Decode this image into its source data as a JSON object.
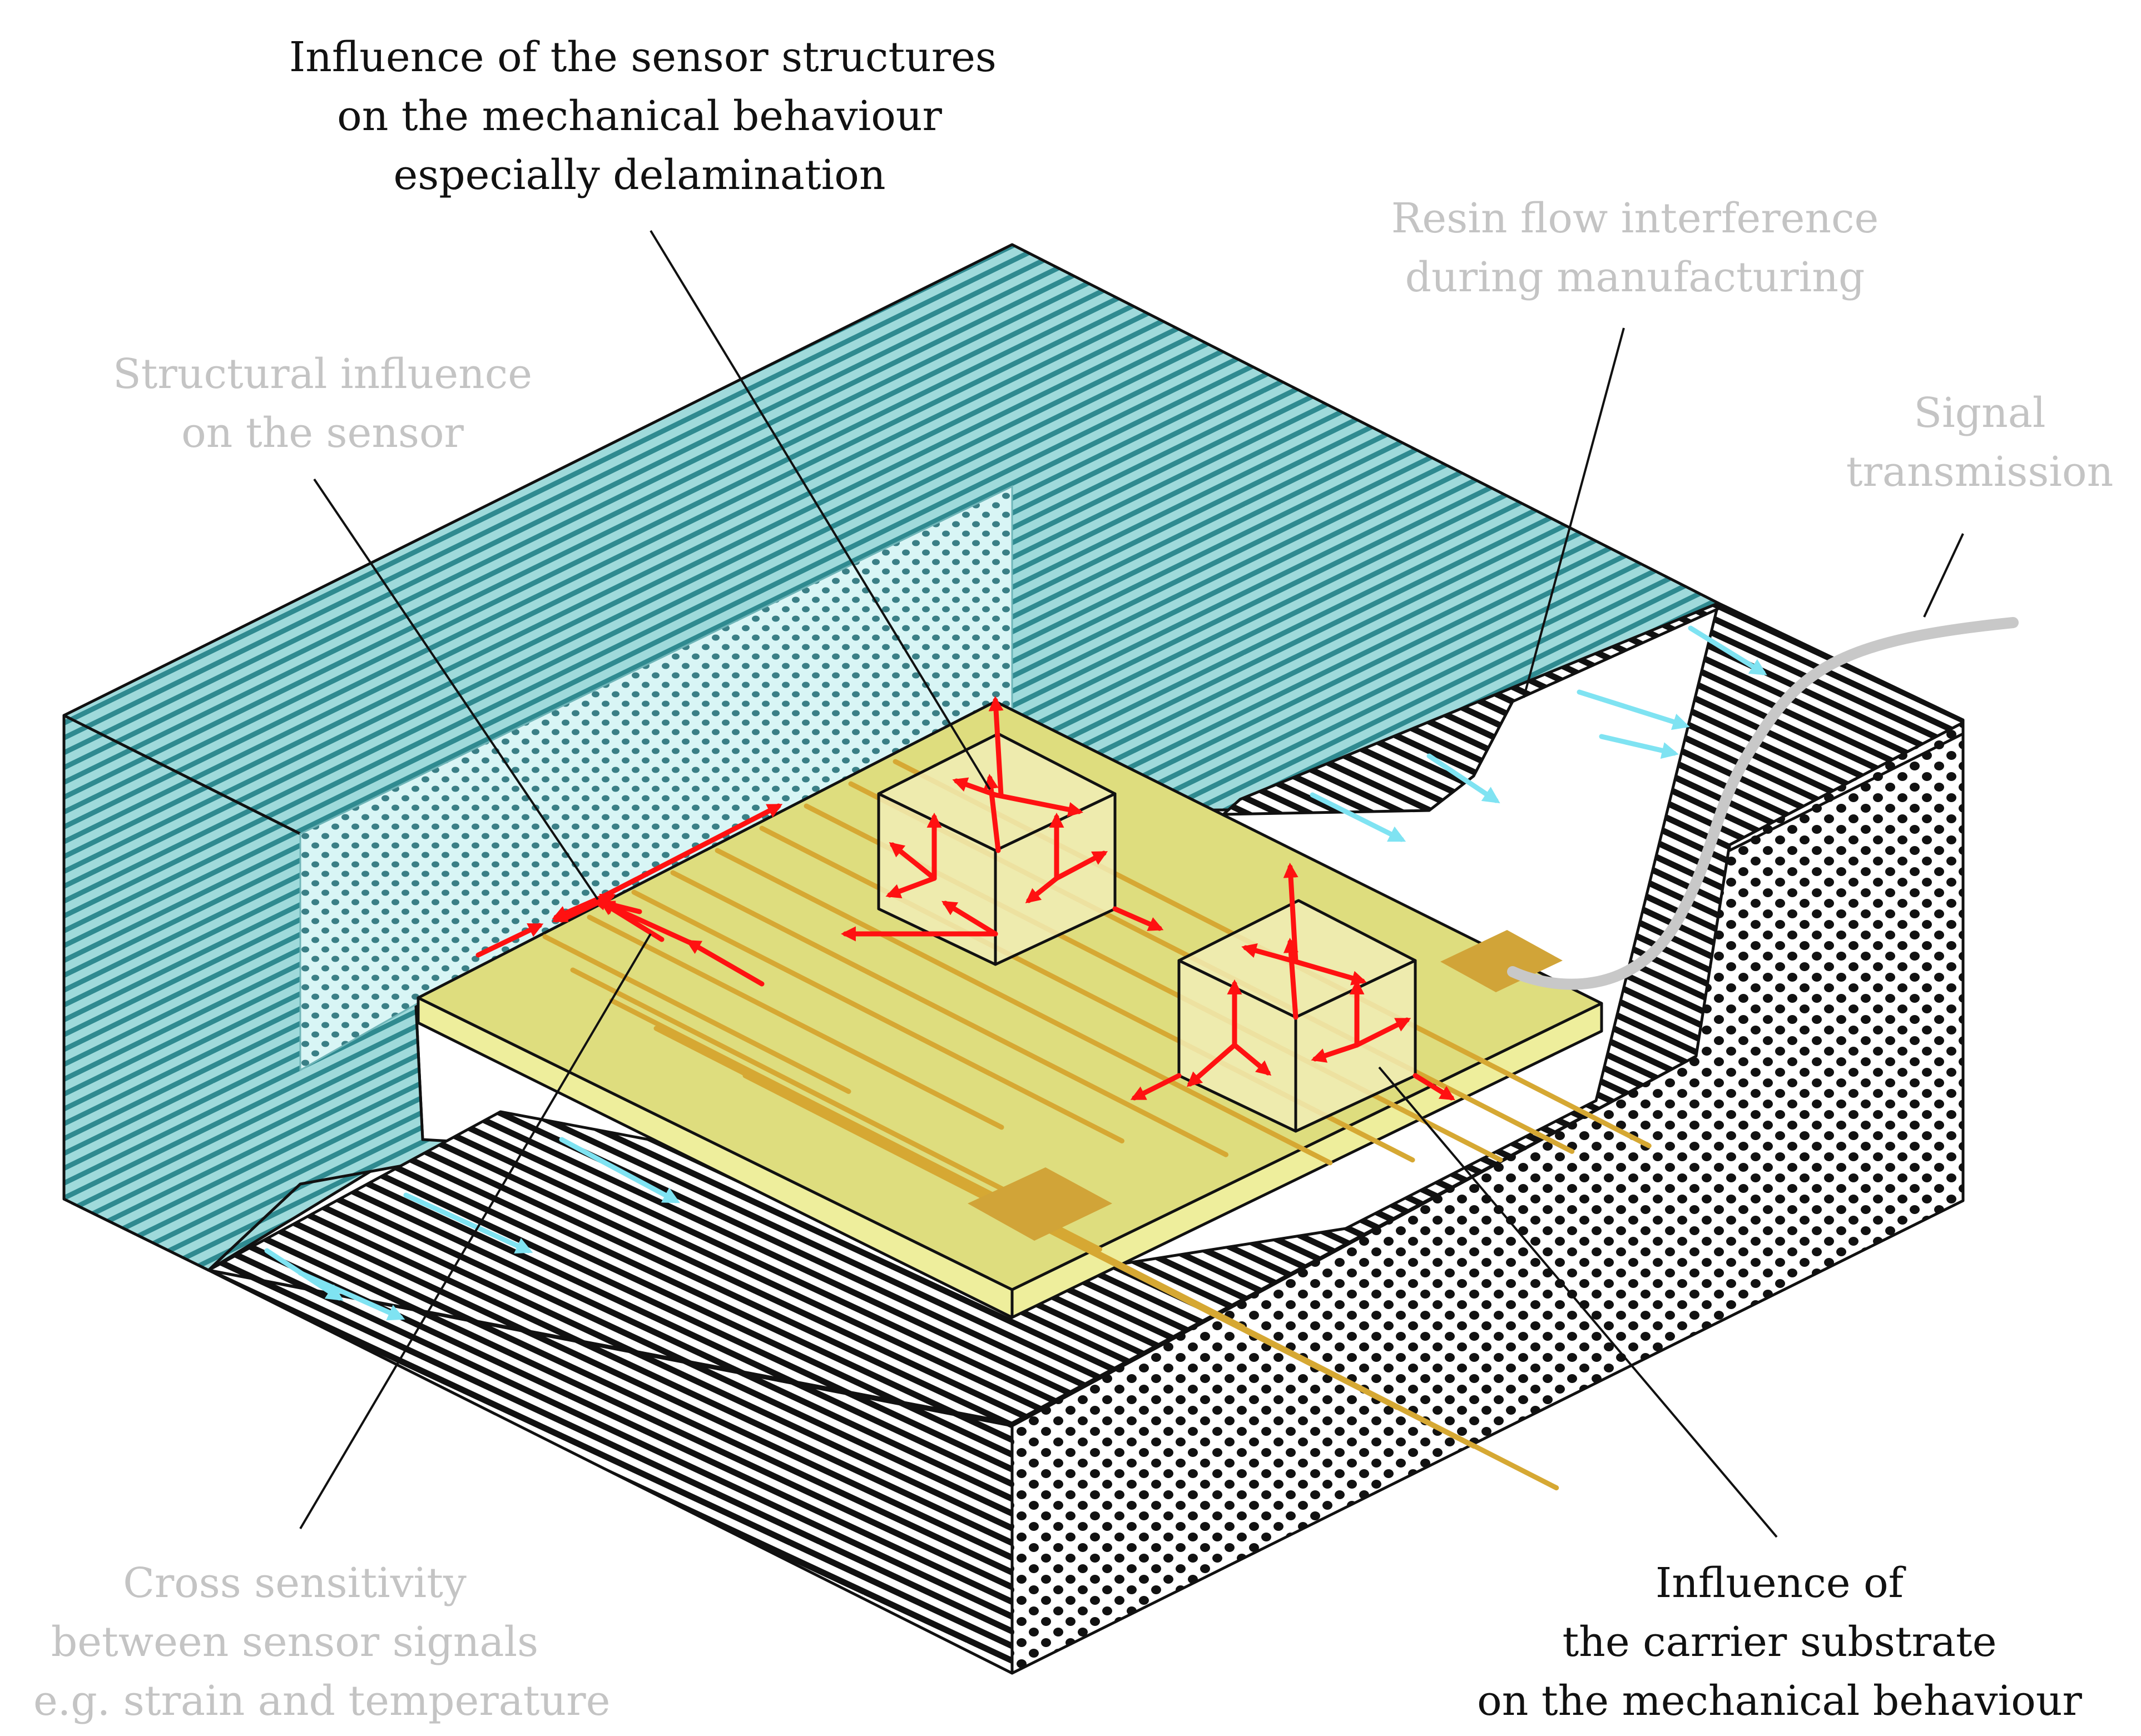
{
  "colors": {
    "teal": "#9fdadb",
    "teal_stripe": "#2f8a90",
    "dot_teal": "#3a7f86",
    "dot_bg": "#d8f5f5",
    "board": "#dedd7e",
    "board_edge": "#eeee9c",
    "trace": "#d6a833",
    "pad": "#d1a438",
    "cube": "#f2eeb8",
    "red_arrow": "#ff1111",
    "flow_arrow": "#7fe3f2",
    "cable": "#c8c8c8",
    "line_dark": "#111111",
    "text_dark": "#111111",
    "text_grey": "#c4c4c4"
  },
  "labels": {
    "delamination": [
      "Influence of the sensor structures",
      "on the mechanical behaviour",
      "especially delamination"
    ],
    "resin": [
      "Resin flow interference",
      "during manufacturing"
    ],
    "structural": [
      "Structural influence",
      "on the sensor"
    ],
    "signal": [
      "Signal",
      "transmission"
    ],
    "cross": [
      "Cross sensitivity",
      "between sensor signals",
      "e.g. strain and temperature"
    ],
    "carrier": [
      "Influence of",
      "the carrier substrate",
      "on the mechanical behaviour"
    ]
  },
  "icons": {
    "stress_arrow": "red-arrow-icon",
    "resin_flow": "cyan-arrow-icon"
  }
}
